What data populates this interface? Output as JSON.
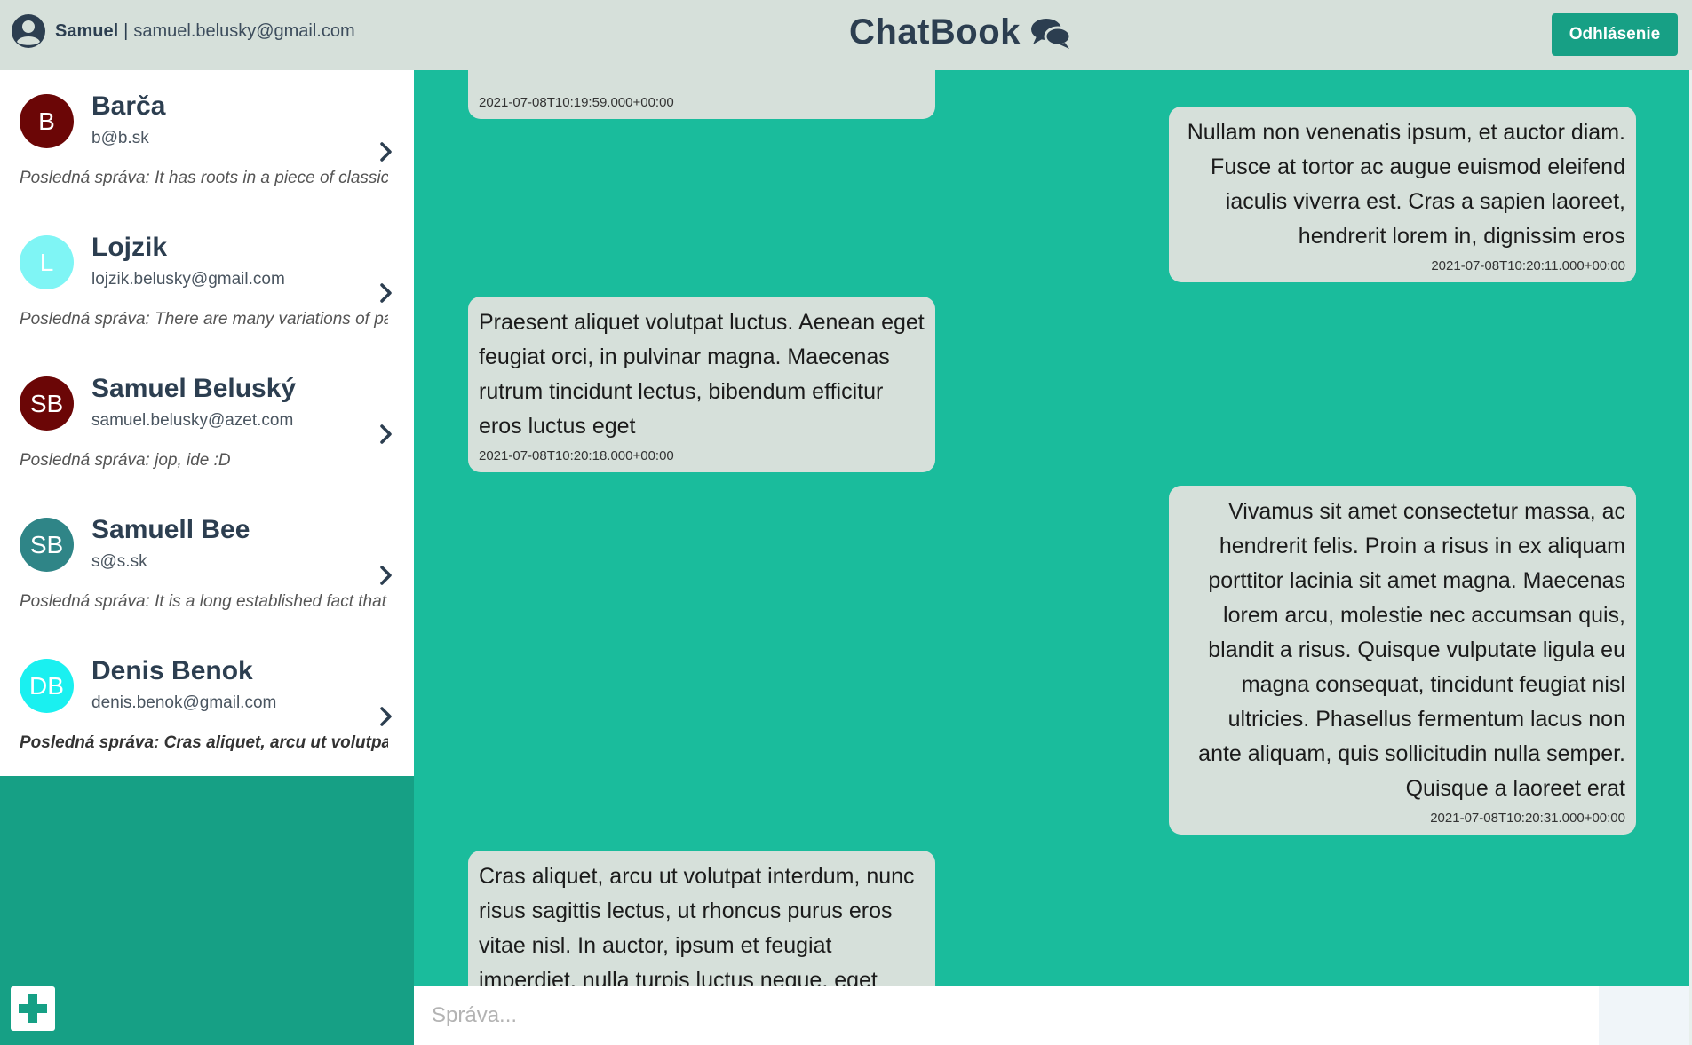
{
  "header": {
    "user_name": "Samuel",
    "separator": "|",
    "user_email": "samuel.belusky@gmail.com",
    "brand_title": "ChatBook",
    "logout_label": "Odhlásenie"
  },
  "contacts": [
    {
      "initials": "B",
      "name": "Barča",
      "email": "b@b.sk",
      "last": "Posledná správa: It has roots in a piece of classical",
      "color": "#6b0606",
      "bold": false
    },
    {
      "initials": "L",
      "name": "Lojzik",
      "email": "lojzik.belusky@gmail.com",
      "last": "Posledná správa: There are many variations of passages",
      "color": "#7ff5f5",
      "bold": false
    },
    {
      "initials": "SB",
      "name": "Samuel Beluský",
      "email": "samuel.belusky@azet.com",
      "last": "Posledná správa: jop, ide :D",
      "color": "#6b0606",
      "bold": false
    },
    {
      "initials": "SB",
      "name": "Samuell Bee",
      "email": "s@s.sk",
      "last": "Posledná správa: It is a long established fact that",
      "color": "#2f8587",
      "bold": false
    },
    {
      "initials": "DB",
      "name": "Denis Benok",
      "email": "denis.benok@gmail.com",
      "last": "Posledná správa: Cras aliquet, arcu ut volutpat",
      "color": "#1af0f0",
      "bold": true
    }
  ],
  "messages": [
    {
      "side": "left",
      "text": "",
      "time": "2021-07-08T10:19:59.000+00:00"
    },
    {
      "side": "right",
      "text": "Nullam non venenatis ipsum, et auctor diam. Fusce at tortor ac augue euismod eleifend iaculis viverra est. Cras a sapien laoreet, hendrerit lorem in, dignissim eros",
      "time": "2021-07-08T10:20:11.000+00:00"
    },
    {
      "side": "left",
      "text": "Praesent aliquet volutpat luctus. Aenean eget feugiat orci, in pulvinar magna. Maecenas rutrum tincidunt lectus, bibendum efficitur eros luctus eget",
      "time": "2021-07-08T10:20:18.000+00:00"
    },
    {
      "side": "right",
      "text": "Vivamus sit amet consectetur massa, ac hendrerit felis. Proin a risus in ex aliquam porttitor lacinia sit amet magna. Maecenas lorem arcu, molestie nec accumsan quis, blandit a risus. Quisque vulputate ligula eu magna consequat, tincidunt feugiat nisl ultricies. Phasellus fermentum lacus non ante aliquam, quis sollicitudin nulla semper. Quisque a laoreet erat",
      "time": "2021-07-08T10:20:31.000+00:00"
    },
    {
      "side": "left",
      "text": "Cras aliquet, arcu ut volutpat interdum, nunc risus sagittis lectus, ut rhoncus purus eros vitae nisl. In auctor, ipsum et feugiat imperdiet, nulla turpis luctus neque, eget",
      "time": ""
    }
  ],
  "composer": {
    "placeholder": "Správa..."
  },
  "colors": {
    "accent": "#1abc9c",
    "accent_dark": "#16a085",
    "header_bg": "#d6e0da",
    "bubble_bg": "#d6e0da",
    "text_dark": "#2c3e50"
  },
  "icons": {
    "user": "user-circle-icon",
    "brand": "comments-icon",
    "chevron": "chevron-right-icon",
    "add": "plus-icon"
  }
}
